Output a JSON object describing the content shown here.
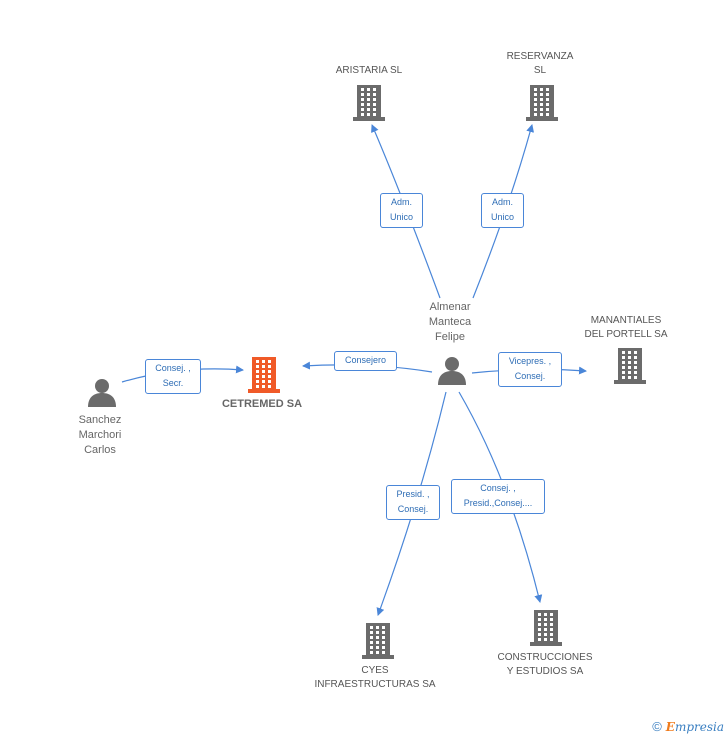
{
  "colors": {
    "edge": "#4a86d8",
    "company_icon": "#6b6b6b",
    "main_company_icon": "#f05a28",
    "person_icon": "#6b6b6b"
  },
  "nodes": {
    "aristaria": {
      "label": "ARISTARIA SL",
      "icon": "building-icon"
    },
    "reservanza": {
      "label": "RESERVANZA\nSL",
      "icon": "building-icon"
    },
    "manantiales": {
      "label": "MANANTIALES\nDEL PORTELL SA",
      "icon": "building-icon"
    },
    "cetremed": {
      "label": "CETREMED SA",
      "icon": "building-icon"
    },
    "cyes": {
      "label": "CYES\nINFRAESTRUCTURAS SA",
      "icon": "building-icon"
    },
    "construcciones": {
      "label": "CONSTRUCCIONES\nY ESTUDIOS SA",
      "icon": "building-icon"
    },
    "almenar": {
      "label": "Almenar\nManteca\nFelipe",
      "icon": "person-icon"
    },
    "sanchez": {
      "label": "Sanchez\nMarchori\nCarlos",
      "icon": "person-icon"
    }
  },
  "relations": {
    "almenar_aristaria": "Adm.\nUnico",
    "almenar_reservanza": "Adm.\nUnico",
    "almenar_cetremed": "Consejero",
    "almenar_manantiales": "Vicepres. ,\nConsej.",
    "almenar_cyes": "Presid. ,\nConsej.",
    "almenar_construcciones": "Consej. ,\nPresid.,Consej....",
    "sanchez_cetremed": "Consej. ,\nSecr."
  },
  "footer": {
    "copyright": "©",
    "brand_initial": "E",
    "brand_rest": "mpresia"
  }
}
